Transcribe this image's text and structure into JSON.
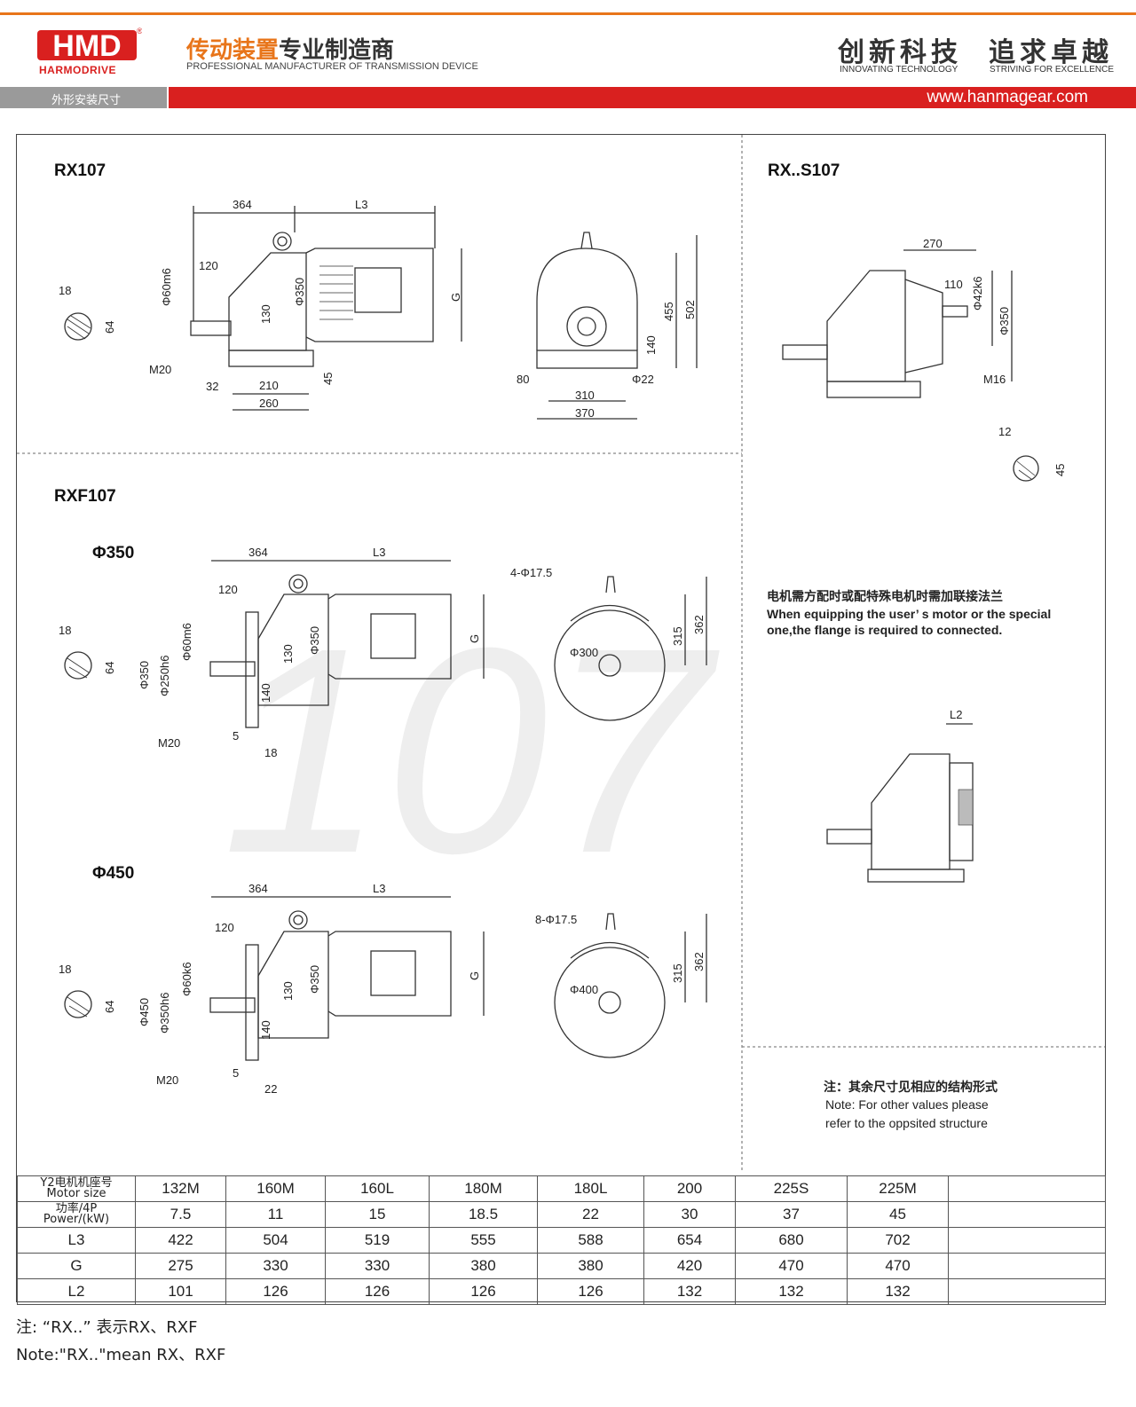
{
  "header": {
    "logo_text": "HMD",
    "logo_sub": "HARMODRIVE",
    "logo_reg": "®",
    "tagline_cn_a": "传动装置",
    "tagline_cn_b": "专业制造商",
    "tagline_en": "PROFESSIONAL MANUFACTURER OF TRANSMISSION DEVICE",
    "slogan1_cn": "创新科技",
    "slogan1_en": "INNOVATING TECHNOLOGY",
    "slogan2_cn": "追求卓越",
    "slogan2_en": "STRIVING FOR EXCELLENCE",
    "section_label": "外形安装尺寸",
    "website": "www.hanmagear.com",
    "accent_orange": "#e8751a",
    "accent_red": "#d9201f"
  },
  "drawings": {
    "rx107": {
      "title": "RX107",
      "dims": [
        "364",
        "L3",
        "120",
        "Φ60m6",
        "130",
        "Φ350",
        "G",
        "18",
        "64",
        "M20",
        "32",
        "210",
        "260",
        "45",
        "455",
        "502",
        "140",
        "80",
        "310",
        "370",
        "Φ22"
      ]
    },
    "rxs107": {
      "title": "RX..S107",
      "dims": [
        "270",
        "110",
        "Φ42k6",
        "Φ350",
        "M16",
        "12",
        "45",
        "L2"
      ]
    },
    "rxf107": {
      "title": "RXF107",
      "watermark": "107",
      "phi350": {
        "label": "Φ350",
        "dims": [
          "364",
          "L3",
          "120",
          "Φ60m6",
          "18",
          "64",
          "Φ350",
          "Φ250h6",
          "130",
          "Φ350",
          "140",
          "M20",
          "5",
          "18",
          "G",
          "4-Φ17.5",
          "Φ300",
          "315",
          "362"
        ]
      },
      "phi450": {
        "label": "Φ450",
        "dims": [
          "364",
          "L3",
          "120",
          "Φ60k6",
          "18",
          "64",
          "Φ450",
          "Φ350h6",
          "130",
          "Φ350",
          "140",
          "M20",
          "5",
          "22",
          "G",
          "8-Φ17.5",
          "Φ400",
          "315",
          "362"
        ]
      }
    }
  },
  "notes": {
    "flange_cn": "电机需方配时或配特殊电机时需加联接法兰",
    "flange_en_1": "When equipping the user’ s motor or the special",
    "flange_en_2": "one,the flange is required to connected.",
    "other_cn": "注：其余尺寸见相应的结构形式",
    "other_en_1": "Note: For other values please",
    "other_en_2": "refer to the oppsited structure"
  },
  "table": {
    "rows": [
      {
        "head_cn": "Y2电机机座号",
        "head_en": "Motor size",
        "values": [
          "132M",
          "160M",
          "160L",
          "180M",
          "180L",
          "200",
          "225S",
          "225M"
        ]
      },
      {
        "head_cn": "功率/4P",
        "head_en": "Power/(kW)",
        "values": [
          "7.5",
          "11",
          "15",
          "18.5",
          "22",
          "30",
          "37",
          "45"
        ]
      },
      {
        "head_cn": "L3",
        "head_en": "",
        "values": [
          "422",
          "504",
          "519",
          "555",
          "588",
          "654",
          "680",
          "702"
        ]
      },
      {
        "head_cn": "G",
        "head_en": "",
        "values": [
          "275",
          "330",
          "330",
          "380",
          "380",
          "420",
          "470",
          "470"
        ]
      },
      {
        "head_cn": "L2",
        "head_en": "",
        "values": [
          "101",
          "126",
          "126",
          "126",
          "126",
          "132",
          "132",
          "132"
        ]
      }
    ]
  },
  "footer": {
    "note_cn": "注: “RX..” 表示RX、RXF",
    "note_en": "Note:\"RX..\"mean RX、RXF"
  }
}
